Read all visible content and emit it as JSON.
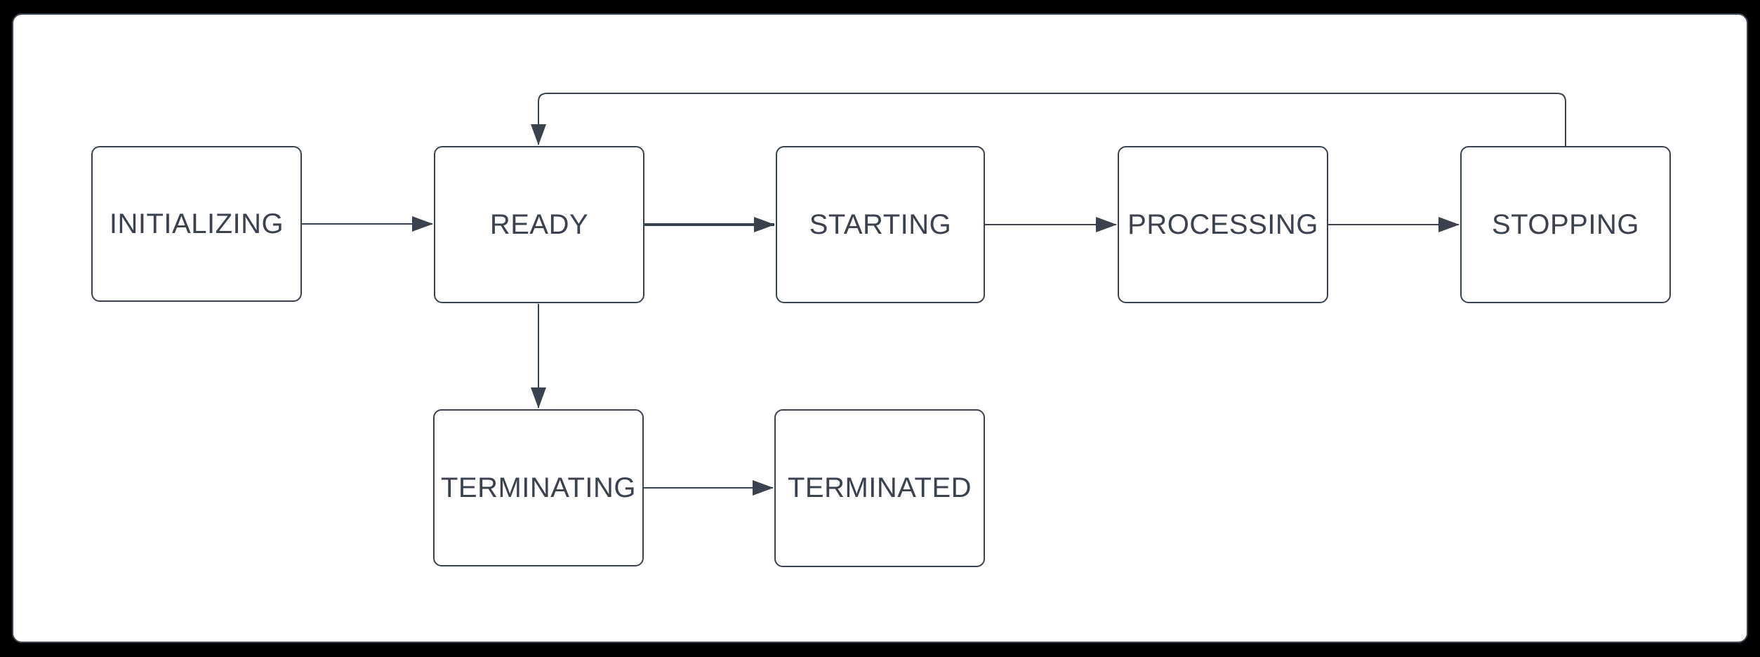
{
  "diagram": {
    "type": "state-machine-flowchart",
    "colors": {
      "stroke": "#3A424F",
      "node_fill": "#FFFFFF",
      "canvas_bg": "#FFFFFF",
      "frame_bg": "#000000"
    },
    "nodes": [
      {
        "id": "initializing",
        "label": "INITIALIZING"
      },
      {
        "id": "ready",
        "label": "READY"
      },
      {
        "id": "starting",
        "label": "STARTING"
      },
      {
        "id": "processing",
        "label": "PROCESSING"
      },
      {
        "id": "stopping",
        "label": "STOPPING"
      },
      {
        "id": "terminating",
        "label": "TERMINATING"
      },
      {
        "id": "terminated",
        "label": "TERMINATED"
      }
    ],
    "edges": [
      {
        "from": "INITIALIZING",
        "to": "READY",
        "style": "thin"
      },
      {
        "from": "READY",
        "to": "STARTING",
        "style": "bold"
      },
      {
        "from": "STARTING",
        "to": "PROCESSING",
        "style": "thin"
      },
      {
        "from": "PROCESSING",
        "to": "STOPPING",
        "style": "thin"
      },
      {
        "from": "STOPPING",
        "to": "READY",
        "style": "thin",
        "route": "top-loop"
      },
      {
        "from": "READY",
        "to": "TERMINATING",
        "style": "thin"
      },
      {
        "from": "TERMINATING",
        "to": "TERMINATED",
        "style": "thin"
      }
    ]
  }
}
